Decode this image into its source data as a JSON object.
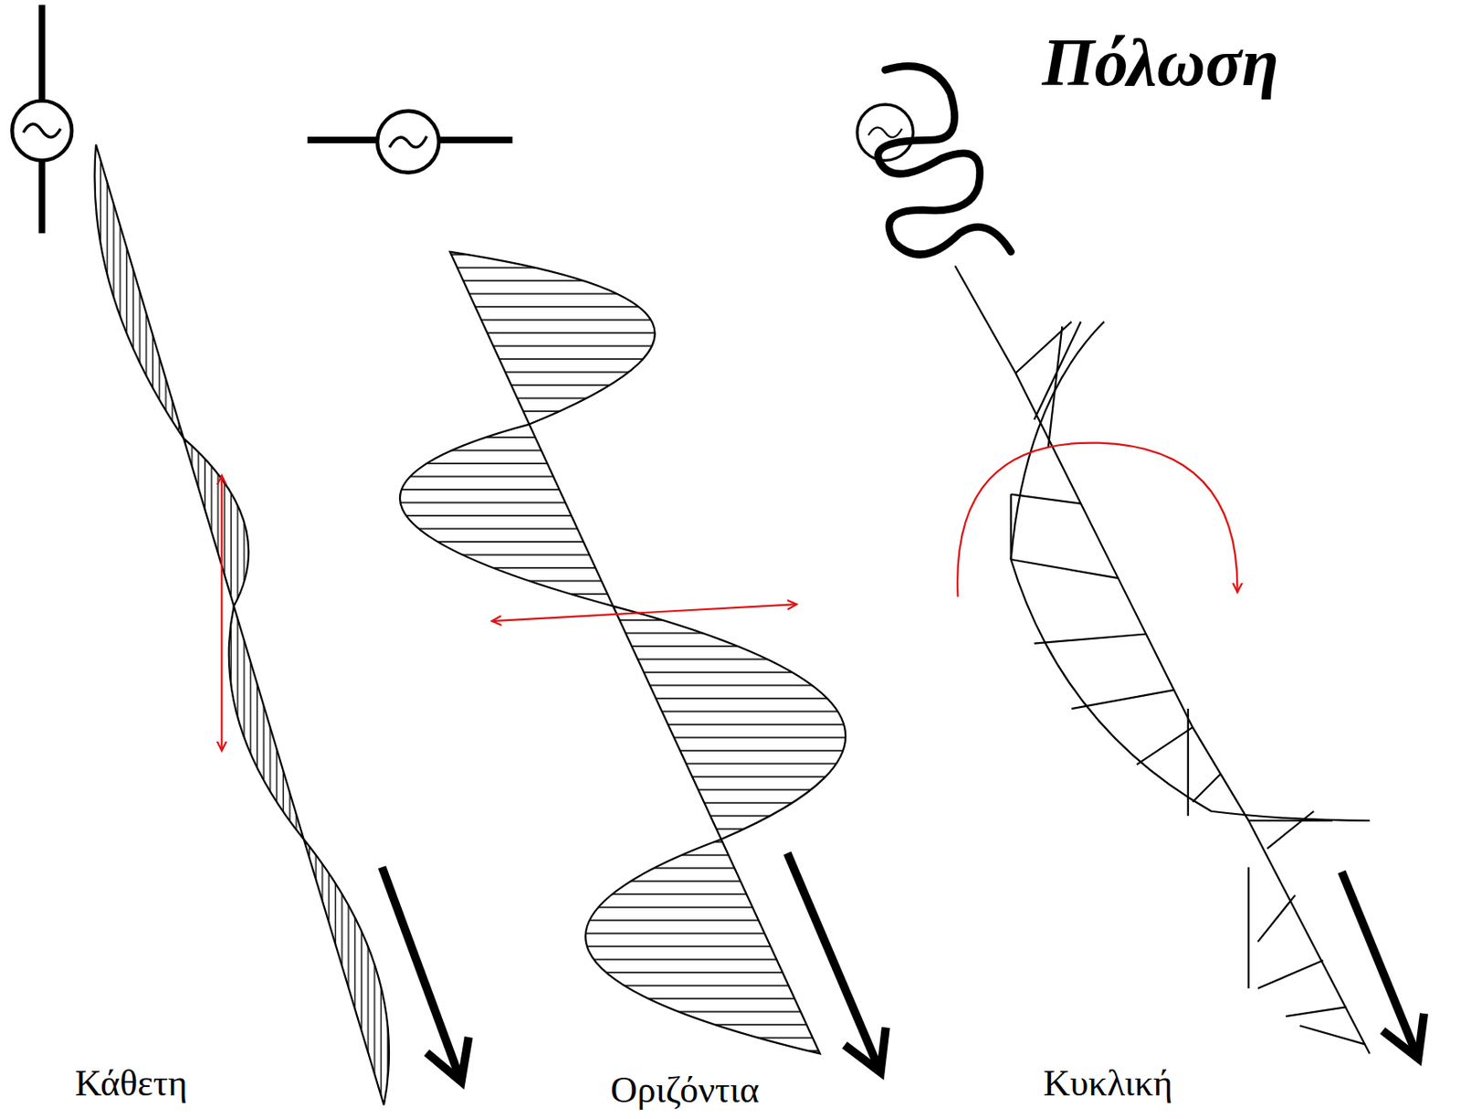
{
  "diagram": {
    "title": "Πόλωση",
    "labels": [
      "Κάθετη",
      "Οριζόντια",
      "Κυκλική"
    ]
  }
}
